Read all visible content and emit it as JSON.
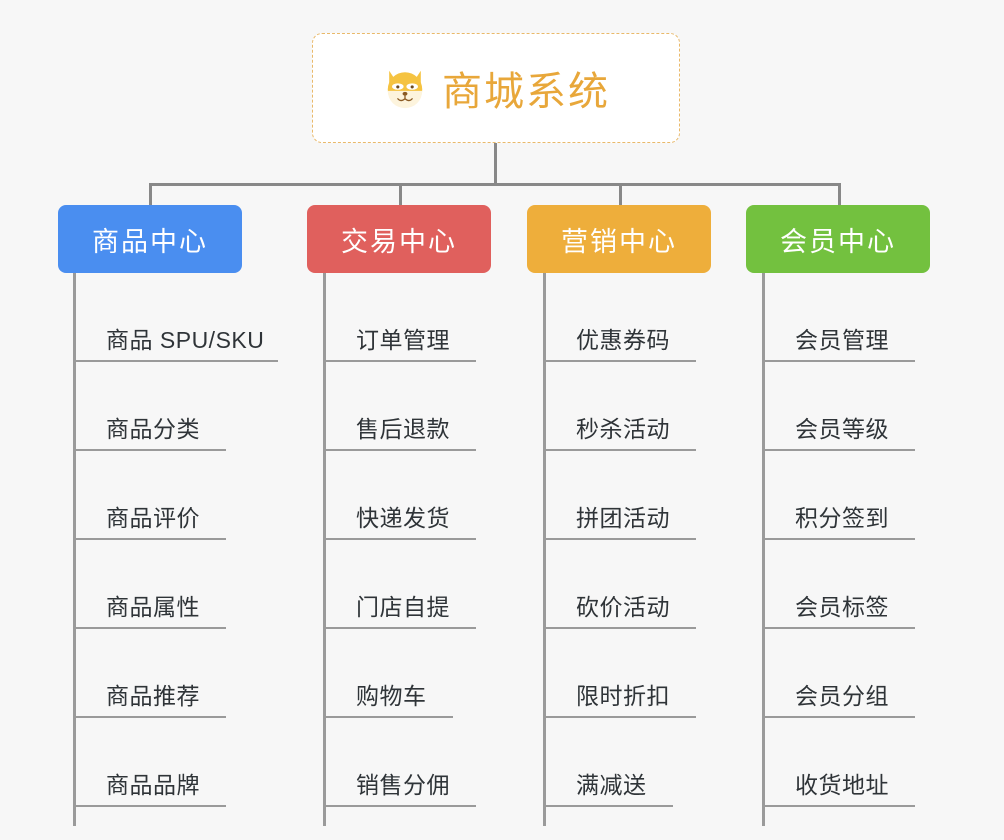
{
  "background_color": "#f7f7f7",
  "root": {
    "icon": "dog-face-icon",
    "title": "商城系统",
    "title_color": "#e8a73a",
    "border_color": "#e9b96a"
  },
  "connector_color": "#888888",
  "categories": [
    {
      "label": "商品中心",
      "color": "#4a8ef0",
      "items": [
        "商品 SPU/SKU",
        "商品分类",
        "商品评价",
        "商品属性",
        "商品推荐",
        "商品品牌"
      ]
    },
    {
      "label": "交易中心",
      "color": "#e0605d",
      "items": [
        "订单管理",
        "售后退款",
        "快递发货",
        "门店自提",
        "购物车",
        "销售分佣"
      ]
    },
    {
      "label": "营销中心",
      "color": "#eeae3b",
      "items": [
        "优惠券码",
        "秒杀活动",
        "拼团活动",
        "砍价活动",
        "限时折扣",
        "满减送"
      ]
    },
    {
      "label": "会员中心",
      "color": "#73c13f",
      "items": [
        "会员管理",
        "会员等级",
        "积分签到",
        "会员标签",
        "会员分组",
        "收货地址"
      ]
    }
  ]
}
